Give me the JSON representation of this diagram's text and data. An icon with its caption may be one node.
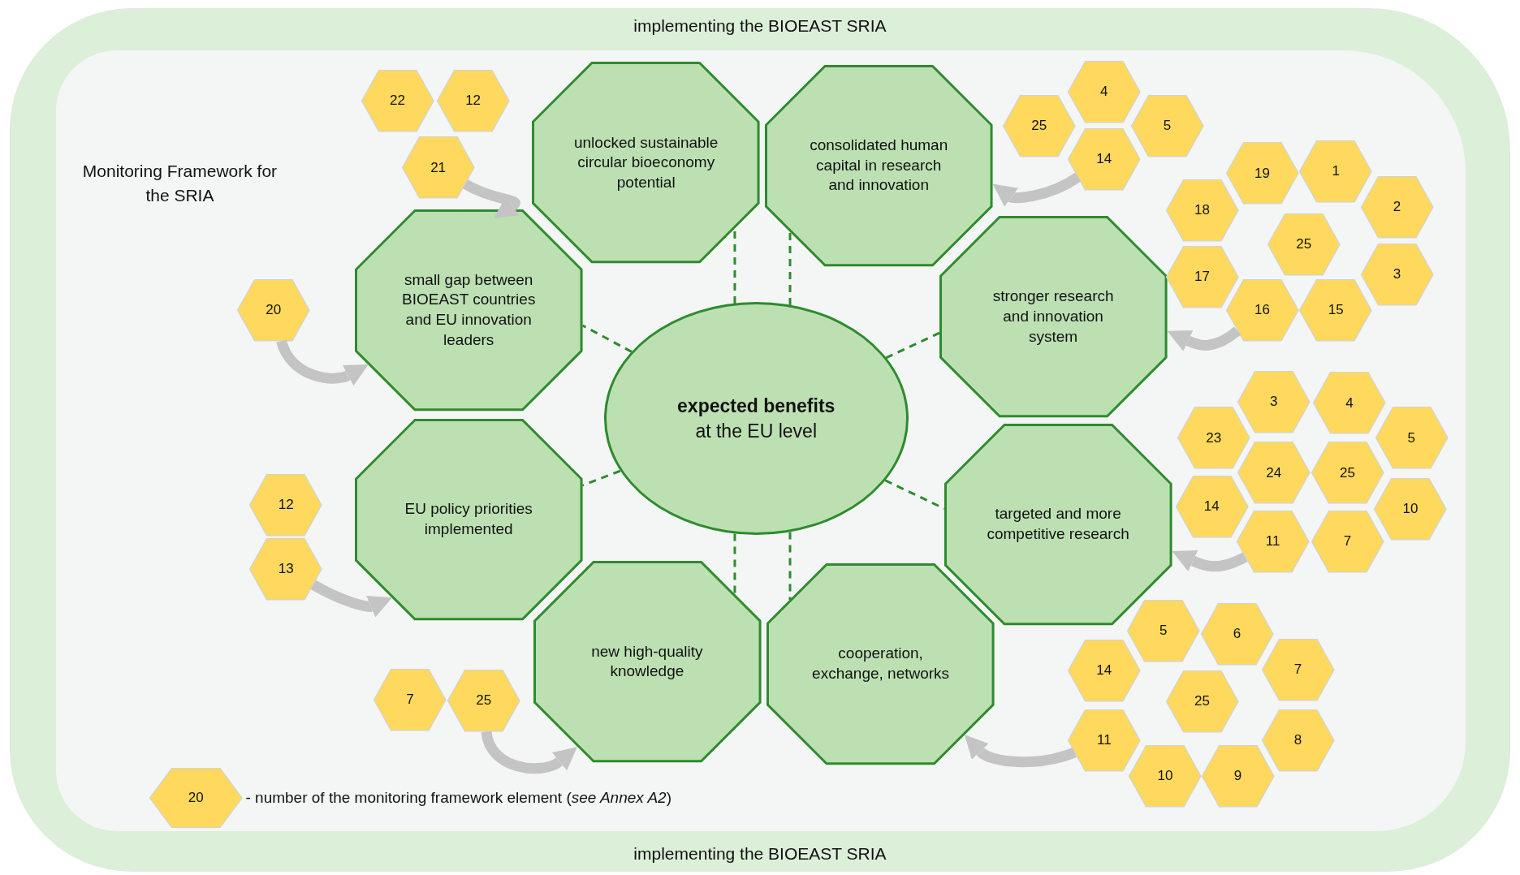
{
  "diagram": {
    "nodes": [
      {
        "text": [
          "implementing the BIOEAST SRIA",
          "implementing the BIOEAST SRIA"
        ]
      },
      {
        "text": [
          "Monitoring Framework for the SRIA"
        ],
        "in": 0
      },
      {
        "text": [
          "expected benefits",
          "at the EU level"
        ],
        "in": 1
      },
      {
        "text": [
          "unlocked sustainable circular bioeconomy potential"
        ],
        "in": 1
      },
      {
        "text": [
          "consolidated human capital in research and innovation"
        ],
        "in": 1
      },
      {
        "text": [
          "small gap between BIOEAST countries and EU innovation leaders"
        ],
        "in": 1
      },
      {
        "text": [
          "stronger research and innovation system"
        ],
        "in": 1
      },
      {
        "text": [
          "EU policy priorities implemented"
        ],
        "in": 1
      },
      {
        "text": [
          "targeted and more competitive research"
        ],
        "in": 1
      },
      {
        "text": [
          "new high-quality knowledge"
        ],
        "in": 1
      },
      {
        "text": [
          "cooperation, exchange, networks"
        ],
        "in": 1
      },
      {
        "text": [
          "22"
        ],
        "in": 1
      },
      {
        "text": [
          "12"
        ],
        "in": 1
      },
      {
        "text": [
          "21"
        ],
        "in": 1
      },
      {
        "text": [
          "25"
        ],
        "in": 1
      },
      {
        "text": [
          "4"
        ],
        "in": 1
      },
      {
        "text": [
          "5"
        ],
        "in": 1
      },
      {
        "text": [
          "14"
        ],
        "in": 1
      },
      {
        "text": [
          "19"
        ],
        "in": 1
      },
      {
        "text": [
          "1"
        ],
        "in": 1
      },
      {
        "text": [
          "18"
        ],
        "in": 1
      },
      {
        "text": [
          "2"
        ],
        "in": 1
      },
      {
        "text": [
          "25"
        ],
        "in": 1
      },
      {
        "text": [
          "17"
        ],
        "in": 1
      },
      {
        "text": [
          "3"
        ],
        "in": 1
      },
      {
        "text": [
          "16"
        ],
        "in": 1
      },
      {
        "text": [
          "15"
        ],
        "in": 1
      },
      {
        "text": [
          "20"
        ],
        "in": 1
      },
      {
        "text": [
          "3"
        ],
        "in": 1
      },
      {
        "text": [
          "4"
        ],
        "in": 1
      },
      {
        "text": [
          "23"
        ],
        "in": 1
      },
      {
        "text": [
          "5"
        ],
        "in": 1
      },
      {
        "text": [
          "24"
        ],
        "in": 1
      },
      {
        "text": [
          "25"
        ],
        "in": 1
      },
      {
        "text": [
          "14"
        ],
        "in": 1
      },
      {
        "text": [
          "10"
        ],
        "in": 1
      },
      {
        "text": [
          "11"
        ],
        "in": 1
      },
      {
        "text": [
          "7"
        ],
        "in": 1
      },
      {
        "text": [
          "12"
        ],
        "in": 1
      },
      {
        "text": [
          "13"
        ],
        "in": 1
      },
      {
        "text": [
          "7"
        ],
        "in": 1
      },
      {
        "text": [
          "25"
        ],
        "in": 1
      },
      {
        "text": [
          "5"
        ],
        "in": 1
      },
      {
        "text": [
          "6"
        ],
        "in": 1
      },
      {
        "text": [
          "14"
        ],
        "in": 1
      },
      {
        "text": [
          "7"
        ],
        "in": 1
      },
      {
        "text": [
          "25"
        ],
        "in": 1
      },
      {
        "text": [
          "11"
        ],
        "in": 1
      },
      {
        "text": [
          "8"
        ],
        "in": 1
      },
      {
        "text": [
          "10"
        ],
        "in": 1
      },
      {
        "text": [
          "9"
        ],
        "in": 1
      },
      {
        "text": [
          "20"
        ],
        "in": 1,
        "beside": [
          "- number of the monitoring framework element (*see Annex A2*)"
        ]
      }
    ],
    "edges": [
      {
        "from": 2,
        "to": 3,
        "arrow": "none",
        "style": "dashed"
      },
      {
        "from": 2,
        "to": 4,
        "arrow": "none",
        "style": "dashed"
      },
      {
        "from": 2,
        "to": 5,
        "arrow": "none",
        "style": "dashed"
      },
      {
        "from": 2,
        "to": 6,
        "arrow": "none",
        "style": "dashed"
      },
      {
        "from": 2,
        "to": 7,
        "arrow": "none",
        "style": "dashed"
      },
      {
        "from": 2,
        "to": 8,
        "arrow": "none",
        "style": "dashed"
      },
      {
        "from": 2,
        "to": 9,
        "arrow": "none",
        "style": "dashed"
      },
      {
        "from": 2,
        "to": 10,
        "arrow": "none",
        "style": "dashed"
      },
      {
        "from": 13,
        "to": 3,
        "arrow": "to",
        "style": "thick",
        "color": "#c4c4c4"
      },
      {
        "from": 17,
        "to": 4,
        "arrow": "to",
        "style": "thick",
        "color": "#c4c4c4"
      },
      {
        "from": 27,
        "to": 5,
        "arrow": "to",
        "style": "thick",
        "color": "#c4c4c4"
      },
      {
        "from": 25,
        "to": 6,
        "arrow": "to",
        "style": "thick",
        "color": "#c4c4c4"
      },
      {
        "from": 39,
        "to": 7,
        "arrow": "to",
        "style": "thick",
        "color": "#c4c4c4"
      },
      {
        "from": 36,
        "to": 8,
        "arrow": "to",
        "style": "thick",
        "color": "#c4c4c4"
      },
      {
        "from": 41,
        "to": 9,
        "arrow": "to",
        "style": "thick",
        "color": "#c4c4c4"
      },
      {
        "from": 47,
        "to": 10,
        "arrow": "to",
        "style": "thick",
        "color": "#c4c4c4"
      }
    ]
  }
}
